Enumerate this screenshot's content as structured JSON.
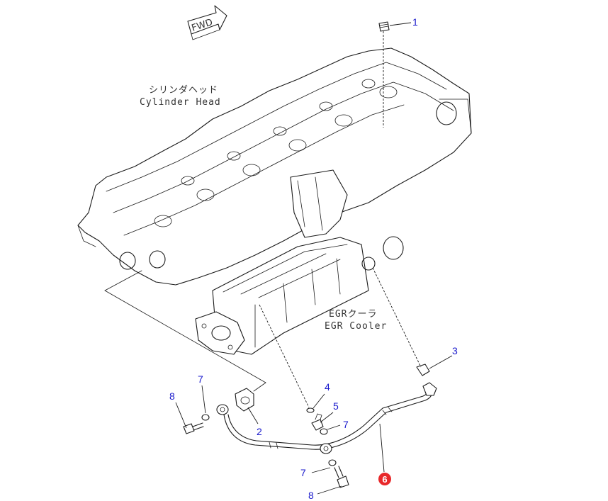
{
  "orientation_label": "FWD",
  "labels": {
    "cylinder_head_jp": "シリンダヘッド",
    "cylinder_head_en": "Cylinder Head",
    "egr_cooler_jp": "EGRクーラ",
    "egr_cooler_en": "EGR Cooler"
  },
  "callouts": [
    {
      "id": "c1",
      "text": "1"
    },
    {
      "id": "c2",
      "text": "2"
    },
    {
      "id": "c3",
      "text": "3"
    },
    {
      "id": "c4",
      "text": "4"
    },
    {
      "id": "c5",
      "text": "5"
    },
    {
      "id": "c6",
      "text": "6",
      "highlighted": true
    },
    {
      "id": "c7a",
      "text": "7"
    },
    {
      "id": "c7b",
      "text": "7"
    },
    {
      "id": "c7c",
      "text": "7"
    },
    {
      "id": "c8a",
      "text": "8"
    },
    {
      "id": "c8b",
      "text": "8"
    }
  ],
  "colors": {
    "callout_text": "#1a1acc",
    "highlight_badge": "#e8282a",
    "line_art": "#1a1a1a"
  }
}
